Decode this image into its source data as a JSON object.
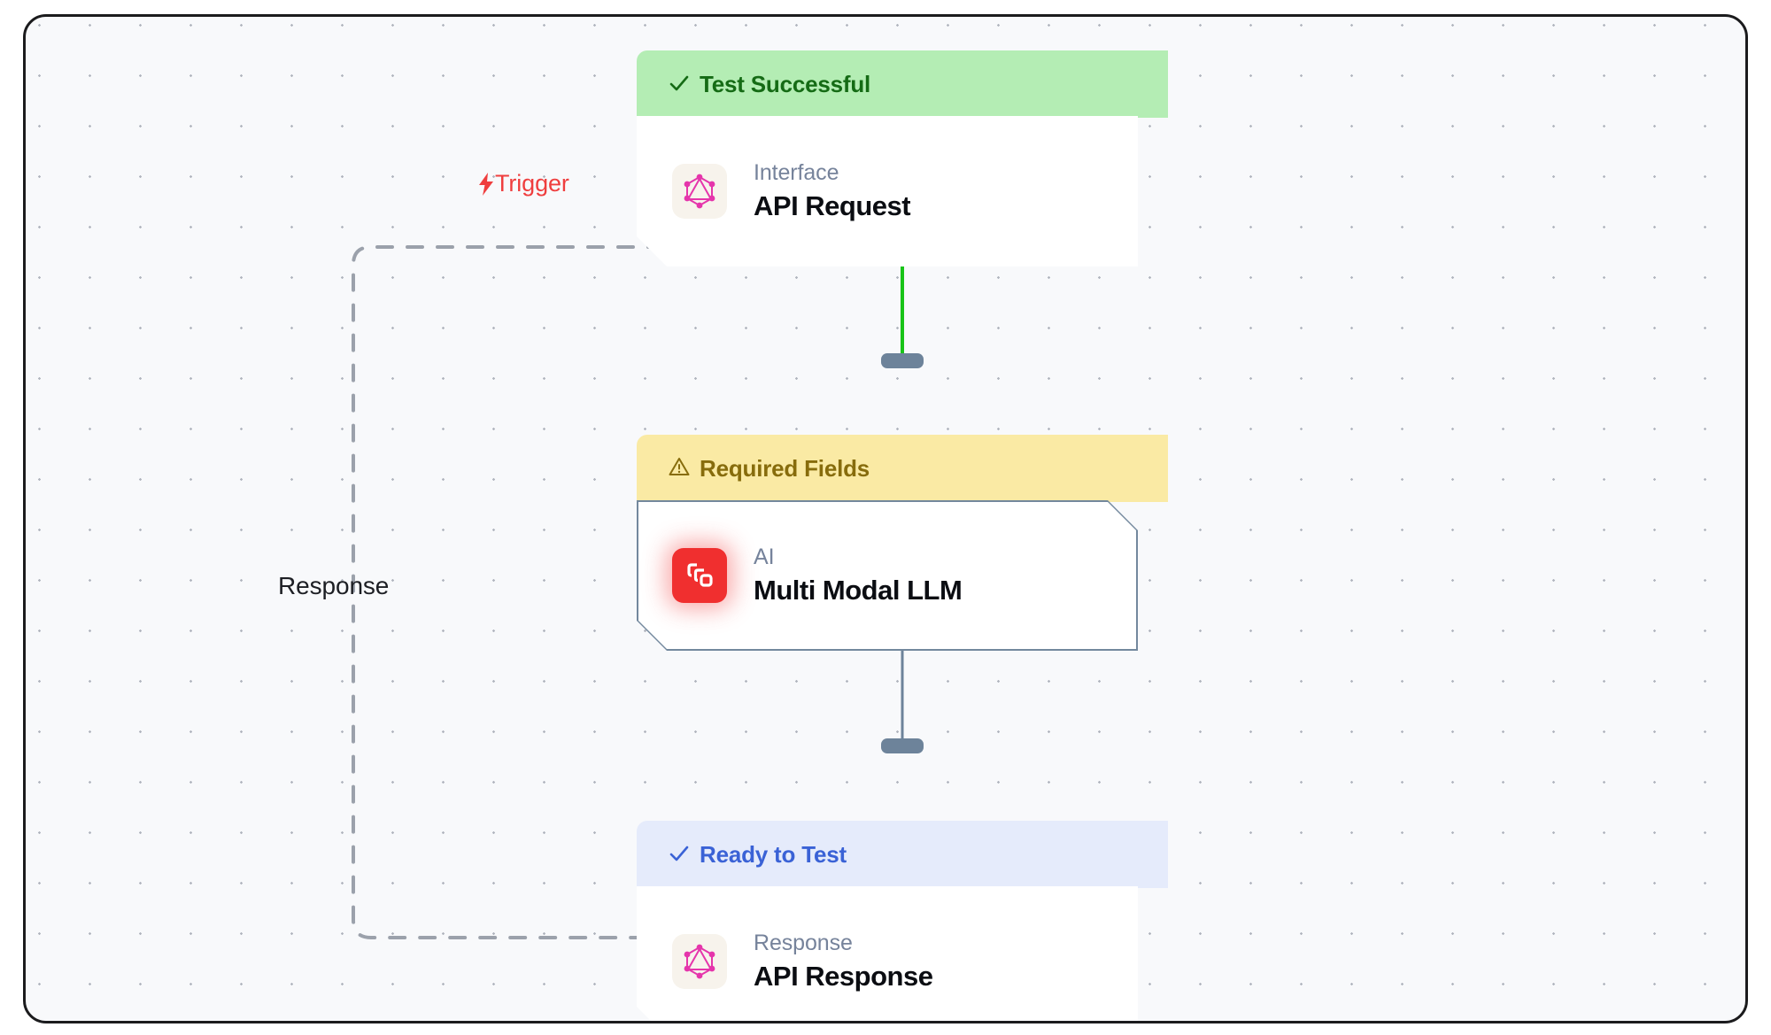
{
  "canvas": {
    "background_color": "#f8f9fb",
    "frame_border_color": "#1b1b1d",
    "grid": "dot-grid"
  },
  "edges": [
    {
      "id": "trigger-edge",
      "label": "Trigger",
      "icon": "lightning-bolt-icon",
      "color": "#ef3e3e",
      "style": "dashed"
    },
    {
      "id": "response-edge",
      "label": "Response",
      "color": "#1d1f24",
      "style": "dashed"
    },
    {
      "id": "request-to-llm",
      "label": "",
      "color": "#18c418",
      "style": "solid"
    },
    {
      "id": "llm-to-response",
      "label": "",
      "color": "#6d839a",
      "style": "solid"
    }
  ],
  "nodes": [
    {
      "id": "api-request",
      "status": {
        "text": "Test Successful",
        "glyph": "check-icon",
        "bg_color": "#b4edb4",
        "text_color": "#156b15"
      },
      "icon": "graphql-icon",
      "icon_color": "#e535ab",
      "kind": "Interface",
      "title": "API Request",
      "selected": false
    },
    {
      "id": "multi-modal-llm",
      "status": {
        "text": "Required Fields",
        "glyph": "warning-triangle-icon",
        "bg_color": "#faeaa4",
        "text_color": "#876c0c"
      },
      "icon": "stacked-layers-icon",
      "icon_color": "#f02f2f",
      "kind": "AI",
      "title": "Multi Modal LLM",
      "selected": true
    },
    {
      "id": "api-response",
      "status": {
        "text": "Ready to Test",
        "glyph": "check-icon",
        "bg_color": "#e5ebfb",
        "text_color": "#3a62d6"
      },
      "icon": "graphql-icon",
      "icon_color": "#e535ab",
      "kind": "Response",
      "title": "API Response",
      "selected": false
    }
  ]
}
